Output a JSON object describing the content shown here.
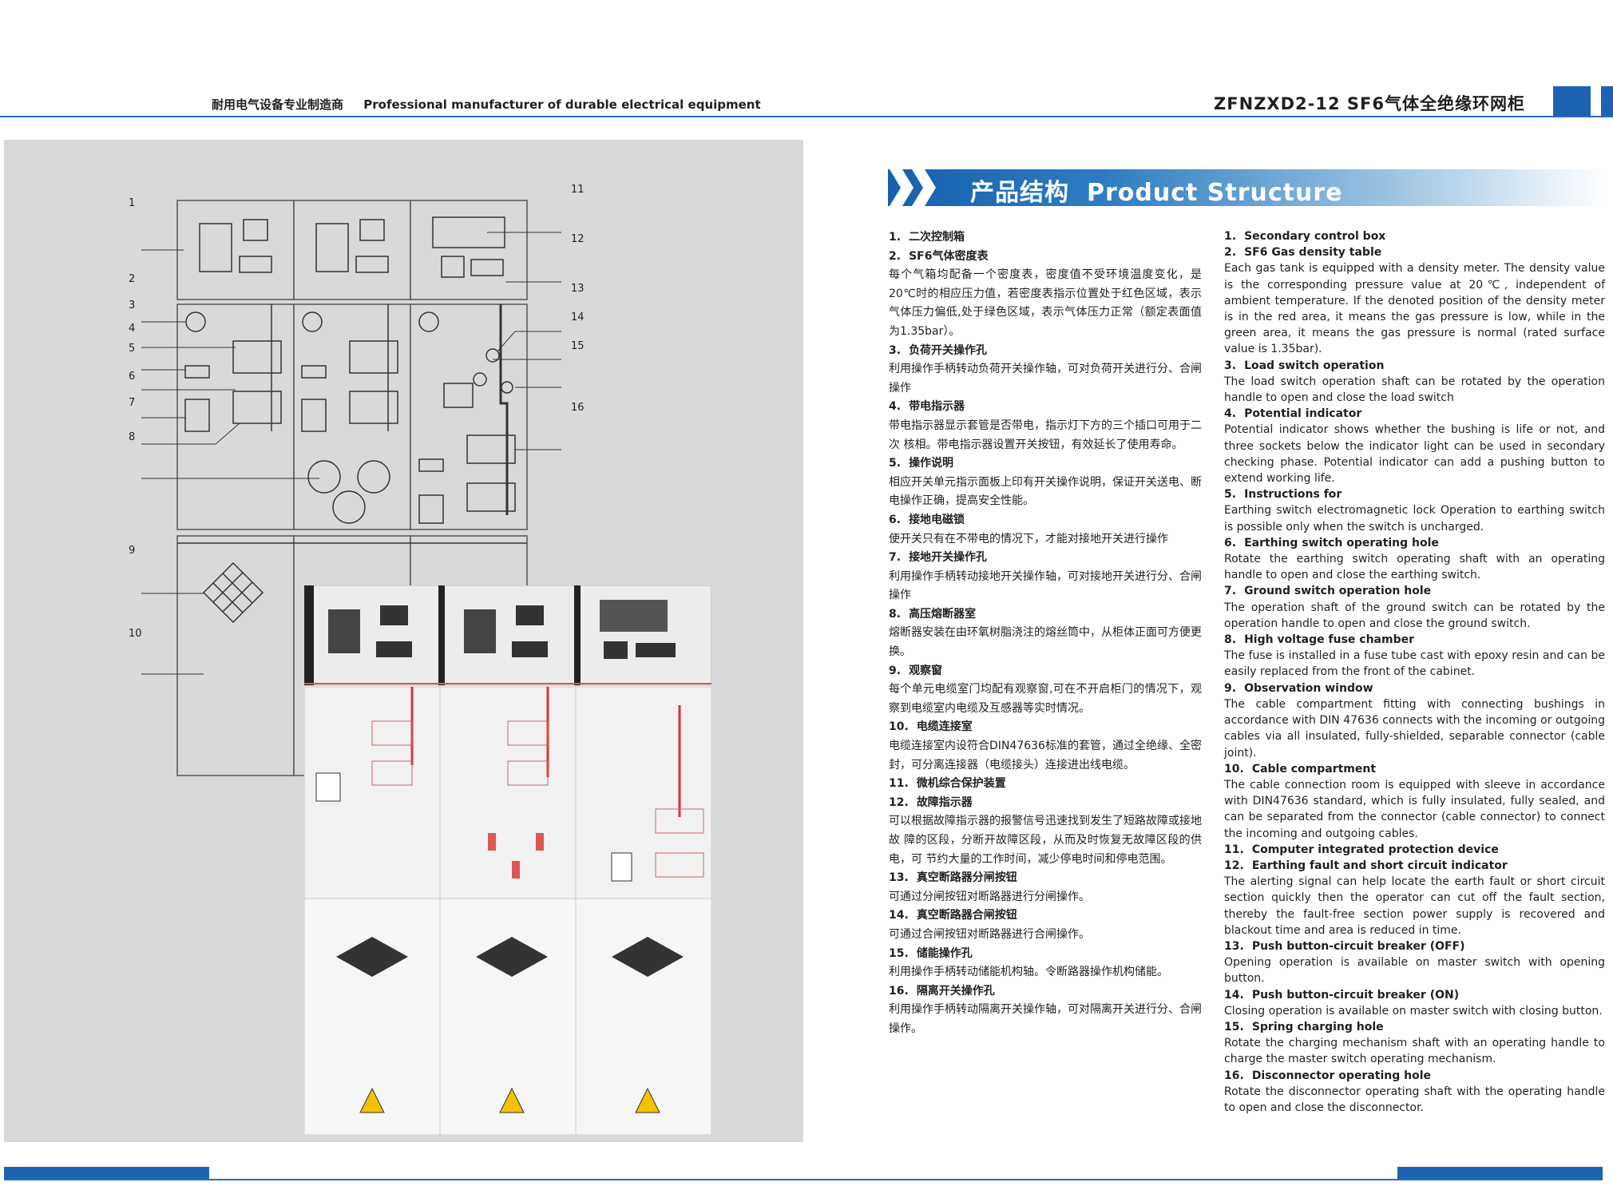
{
  "header": {
    "slogan_cn": "耐用电气设备专业制造商",
    "slogan_en": "Professional manufacturer of durable electrical equipment",
    "product_title": "ZFNZXD2-12  SF6气体全绝缘环网柜"
  },
  "banner": {
    "title_cn": "产品结构",
    "title_en": "Product Structure"
  },
  "colors": {
    "brand_blue": "#1c64b2",
    "panel_gray": "#d9d9db"
  },
  "diagram": {
    "callouts_left": [
      "1",
      "2",
      "3",
      "4",
      "5",
      "6",
      "7",
      "8",
      "9",
      "10"
    ],
    "callouts_right": [
      "11",
      "12",
      "13",
      "14",
      "15",
      "16"
    ]
  },
  "items_cn": [
    {
      "num": "1.",
      "title": "二次控制箱",
      "text": ""
    },
    {
      "num": "2.",
      "title": "SF6气体密度表",
      "text": "每个气箱均配备一个密度表，密度值不受环境温度变化，是20℃时的相应压力值，若密度表指示位置处于红色区域，表示气体压力偏低,处于绿色区域，表示气体压力正常（额定表面值为1.35bar）。"
    },
    {
      "num": "3.",
      "title": "负荷开关操作孔",
      "text": "利用操作手柄转动负荷开关操作轴，可对负荷开关进行分、合闸操作"
    },
    {
      "num": "4.",
      "title": "带电指示器",
      "text": "带电指示器显示套管是否带电，指示灯下方的三个插口可用于二次  核相。带电指示器设置开关按钮，有效延长了使用寿命。"
    },
    {
      "num": "5.",
      "title": "操作说明",
      "text": "相应开关单元指示面板上印有开关操作说明，保证开关送电、断电操作正确，提高安全性能。"
    },
    {
      "num": "6.",
      "title": "接地电磁锁",
      "text": "使开关只有在不带电的情况下，才能对接地开关进行操作"
    },
    {
      "num": "7.",
      "title": "接地开关操作孔",
      "text": "利用操作手柄转动接地开关操作轴，可对接地开关进行分、合闸操作"
    },
    {
      "num": "8.",
      "title": "高压熔断器室",
      "text": "熔断器安装在由环氧树脂浇注的熔丝筒中，从柜体正面可方便更换。"
    },
    {
      "num": "9.",
      "title": "观察窗",
      "text": "每个单元电缆室门均配有观察窗,可在不开启柜门的情况下，观察到电缆室内电缆及互感器等实时情况。"
    },
    {
      "num": "10.",
      "title": "电缆连接室",
      "text": "电缆连接室内设符合DIN47636标准的套管，通过全绝缘、全密封，可分离连接器（电缆接头）连接进出线电缆。"
    },
    {
      "num": "11.",
      "title": "微机综合保护装置",
      "text": ""
    },
    {
      "num": "12.",
      "title": "故障指示器",
      "text": "可以根据故障指示器的报警信号迅速找到发生了短路故障或接地故  障的区段，分断开故障区段，从而及时恢复无故障区段的供电，可  节约大量的工作时间，减少停电时间和停电范围。"
    },
    {
      "num": "13.",
      "title": "真空断路器分闸按钮",
      "text": "可通过分闸按钮对断路器进行分闸操作。"
    },
    {
      "num": "14.",
      "title": "真空断路器合闸按钮",
      "text": "可通过合闸按钮对断路器进行合闸操作。"
    },
    {
      "num": "15.",
      "title": "储能操作孔",
      "text": "利用操作手柄转动储能机构轴。令断路器操作机构储能。"
    },
    {
      "num": "16.",
      "title": "隔离开关操作孔",
      "text": "利用操作手柄转动隔离开关操作轴，可对隔离开关进行分、合闸操作。"
    }
  ],
  "items_en": [
    {
      "num": "1.",
      "title": "Secondary control box",
      "text": ""
    },
    {
      "num": "2.",
      "title": "SF6 Gas density table",
      "text": "Each gas tank is equipped with a density meter. The density value is the corresponding pressure value at 20℃, independent of ambient temperature. If the denoted position of the density meter is in the red area, it means the gas pressure is low, while in the green area, it means the gas pressure is normal (rated surface value is 1.35bar)."
    },
    {
      "num": "3.",
      "title": "Load switch operation",
      "text": "The load switch operation shaft can be rotated by the operation handle to open and close the load switch"
    },
    {
      "num": "4.",
      "title": "Potential indicator",
      "text": "Potential indicator shows whether the bushing is life or not, and three sockets below the indicator light can be used in secondary checking phase. Potential indicator can add a pushing button to extend working life."
    },
    {
      "num": "5.",
      "title": "Instructions for",
      "text": "Earthing switch electromagnetic lock Operation to earthing switch is possible only when the switch is uncharged."
    },
    {
      "num": "6.",
      "title": "Earthing switch operating hole",
      "text": "Rotate the earthing switch operating shaft with an operating handle to open and close the earthing switch."
    },
    {
      "num": "7.",
      "title": "Ground switch operation hole",
      "text": "The operation shaft of the ground switch can be rotated by the operation handle to open and close the ground switch."
    },
    {
      "num": "8.",
      "title": "High voltage fuse chamber",
      "text": "The fuse is installed in a fuse tube cast with epoxy resin and can be easily replaced from the front of the cabinet."
    },
    {
      "num": "9.",
      "title": "Observation window",
      "text": "The cable compartment fitting with connecting bushings in accordance with DIN 47636 connects with the incoming or outgoing cables via all insulated, fully-shielded, separable connector (cable joint)."
    },
    {
      "num": "10.",
      "title": "Cable compartment",
      "text": "The cable connection room is equipped with sleeve in accordance with DIN47636 standard, which is fully insulated, fully sealed, and can be separated from the connector (cable connector) to connect the incoming and outgoing cables."
    },
    {
      "num": "11.",
      "title": "Computer integrated protection device",
      "text": ""
    },
    {
      "num": "12.",
      "title": "Earthing fault and short circuit indicator",
      "text": "The alerting signal can help locate the earth fault or short circuit section quickly then the operator can cut off the fault section, thereby the fault-free section power supply is recovered and blackout time and area is reduced in time."
    },
    {
      "num": "13.",
      "title": "Push button-circuit breaker (OFF)",
      "text": "Opening operation is available on master switch with opening button."
    },
    {
      "num": "14.",
      "title": "Push button-circuit breaker (ON)",
      "text": "Closing operation is available on master switch with closing button."
    },
    {
      "num": "15.",
      "title": "Spring charging hole",
      "text": "Rotate the charging mechanism shaft with an operating handle to charge the master switch operating mechanism."
    },
    {
      "num": "16.",
      "title": "Disconnector operating hole",
      "text": "Rotate the disconnector operating shaft with the operating handle to open and close the disconnector."
    }
  ]
}
